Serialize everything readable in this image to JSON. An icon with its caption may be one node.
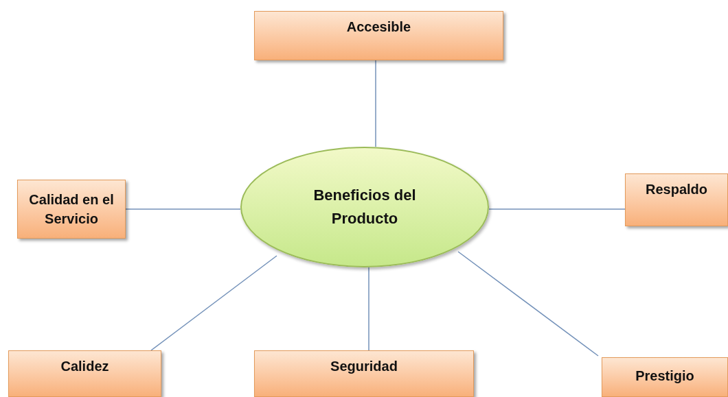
{
  "diagram": {
    "nodes": [
      {
        "text": [
          "Accesible"
        ]
      },
      {
        "text": [
          "Calidad en el Servicio"
        ]
      },
      {
        "text": [
          "Beneficios del Producto"
        ]
      },
      {
        "text": [
          "Respaldo"
        ]
      },
      {
        "text": [
          "Calidez"
        ]
      },
      {
        "text": [
          "Seguridad"
        ]
      },
      {
        "text": [
          "Prestigio"
        ]
      }
    ],
    "edges": [
      {
        "from": 2,
        "to": 0,
        "arrow": "none"
      },
      {
        "from": 2,
        "to": 1,
        "arrow": "none"
      },
      {
        "from": 2,
        "to": 3,
        "arrow": "none"
      },
      {
        "from": 2,
        "to": 4,
        "arrow": "none"
      },
      {
        "from": 2,
        "to": 5,
        "arrow": "none"
      },
      {
        "from": 2,
        "to": 6,
        "arrow": "none"
      }
    ]
  }
}
